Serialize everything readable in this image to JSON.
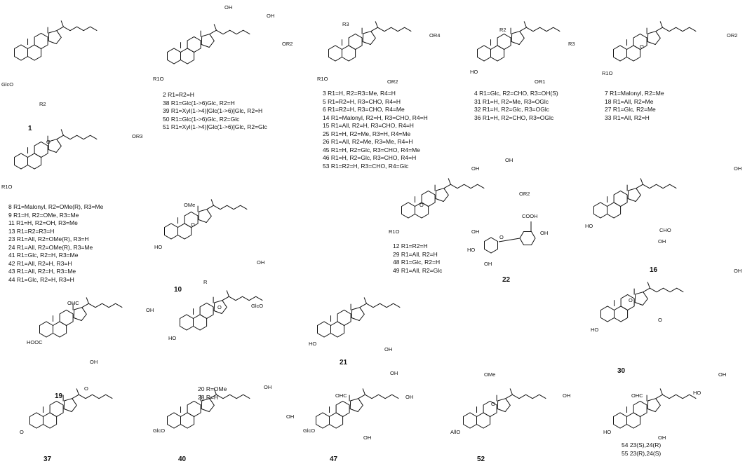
{
  "compounds": [
    {
      "id": "c1",
      "num": "1"
    },
    {
      "id": "c2",
      "num": "",
      "legend": [
        "2  R1=R2=H",
        "38  R1=Glc(1->6)Glc, R2=H",
        "39  R1=Xyl(1->4)[Glc(1->6)]Glc, R2=H",
        "50  R1=Glc(1->6)Glc, R2=Glc",
        "51  R1=Xyl(1->4)[Glc(1->6)]Glc, R2=Glc"
      ]
    },
    {
      "id": "c3",
      "num": "",
      "legend": [
        "3  R1=H, R2=R3=Me, R4=H",
        "5  R1=R2=H, R3=CHO, R4=H",
        "6  R1=R2=H, R3=CHO, R4=Me",
        "14  R1=Malonyl, R2=H, R3=CHO, R4=H",
        "15  R1=All, R2=H, R3=CHO, R4=H",
        "25  R1=H, R2=Me, R3=H, R4=Me",
        "26  R1=All, R2=Me, R3=Me, R4=H",
        "45  R1=H, R2=Glc, R3=CHO, R4=Me",
        "46  R1=H, R2=Glc, R3=CHO, R4=H",
        "53  R1=R2=H, R3=CHO, R4=Glc"
      ]
    },
    {
      "id": "c4",
      "num": "",
      "legend": [
        "4  R1=Glc, R2=CHO, R3=OH(S)",
        "31  R1=H, R2=Me, R3=OGlc",
        "32  R1=H, R2=Glc, R3=OGlc",
        "36  R1=H, R2=CHO, R3=OGlc"
      ]
    },
    {
      "id": "c7",
      "num": "",
      "legend": [
        "7  R1=Malonyl, R2=Me",
        "18  R1=All, R2=Me",
        "27  R1=Glc, R2=Me",
        "33  R1=All, R2=H"
      ]
    },
    {
      "id": "c8",
      "num": "",
      "legend": [
        "8  R1=Malonyl, R2=OMe(R), R3=Me",
        "9  R1=H, R2=OMe, R3=Me",
        "11  R1=H, R2=OH, R3=Me",
        "13  R1=R2=R3=H",
        "23  R1=All, R2=OMe(R), R3=H",
        "24  R1=All, R2=OMe(R), R3=Me",
        "41  R1=Glc, R2=H, R3=Me",
        "42  R1=All, R2=H, R3=H",
        "43  R1=All, R2=H, R3=Me",
        "44  R1=Glc, R2=H, R3=H"
      ]
    },
    {
      "id": "c10",
      "num": "10"
    },
    {
      "id": "c12",
      "num": "",
      "legend": [
        "12  R1=R2=H",
        "29  R1=All, R2=H",
        "48  R1=Glc, R2=H",
        "49  R1=All, R2=Glc"
      ]
    },
    {
      "id": "c16",
      "num": "16"
    },
    {
      "id": "c19",
      "num": "19"
    },
    {
      "id": "c20",
      "num": "",
      "legend": [
        "20  R=OMe",
        "28  R=H"
      ]
    },
    {
      "id": "c21",
      "num": "21"
    },
    {
      "id": "c22",
      "num": "22"
    },
    {
      "id": "c30",
      "num": "30"
    },
    {
      "id": "c37",
      "num": "37"
    },
    {
      "id": "c40",
      "num": "40"
    },
    {
      "id": "c47",
      "num": "47"
    },
    {
      "id": "c52",
      "num": "52"
    },
    {
      "id": "c54",
      "num": "",
      "legend": [
        "54  23(S),24(R)",
        "55  23(R),24(S)"
      ]
    }
  ],
  "atoms": {
    "glco": "GlcO",
    "ho": "HO",
    "oh": "OH",
    "r1o": "R1O",
    "or2": "OR2",
    "or3": "OR3",
    "or4": "OR4",
    "or1": "OR1",
    "r2": "R2",
    "r3": "R3",
    "r": "R",
    "o": "O",
    "cho": "CHO",
    "ohc": "OHC",
    "hooc": "HOOC",
    "cooh": "COOH",
    "ome": "OMe",
    "allo": "AllO",
    "glco2": "GlcO"
  }
}
